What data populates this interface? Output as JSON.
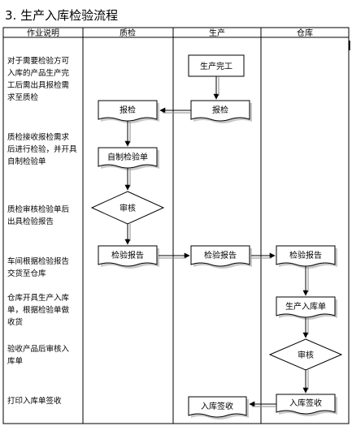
{
  "title": "3. 生产入库检验流程",
  "columns": [
    "作业说明",
    "质检",
    "生产",
    "仓库"
  ],
  "descriptions": [
    [
      "对于需要检验方可",
      "入库的产品生产完",
      "工后需出具报检需",
      "求至质检"
    ],
    [
      "质检接收报检需求",
      "后进行检验，并开具",
      "自制检验单"
    ],
    [
      "质检审核检验单后",
      "出具检验报告"
    ],
    [
      "车间根据检验报告",
      "交货至仓库"
    ],
    [
      "仓库开具生产入库",
      "单，根据检验单做",
      "收货"
    ],
    [
      "验收产品后审核入",
      "库单"
    ],
    [
      "打印入库单签收"
    ]
  ],
  "nodes": {
    "production_done": "生产完工",
    "inspection_request_qc": "报检",
    "inspection_request_prod": "报检",
    "self_inspection_form": "自制检验单",
    "qc_review": "审核",
    "report_qc": "检验报告",
    "report_prod": "检验报告",
    "report_wh": "检验报告",
    "warehouse_receipt": "生产入库单",
    "wh_review": "审核",
    "receipt_wh": "入库签收",
    "receipt_prod": "入库签收"
  },
  "colors": {
    "line": "#000000",
    "shadow": "#c8c8c8",
    "grid": "#000000"
  }
}
